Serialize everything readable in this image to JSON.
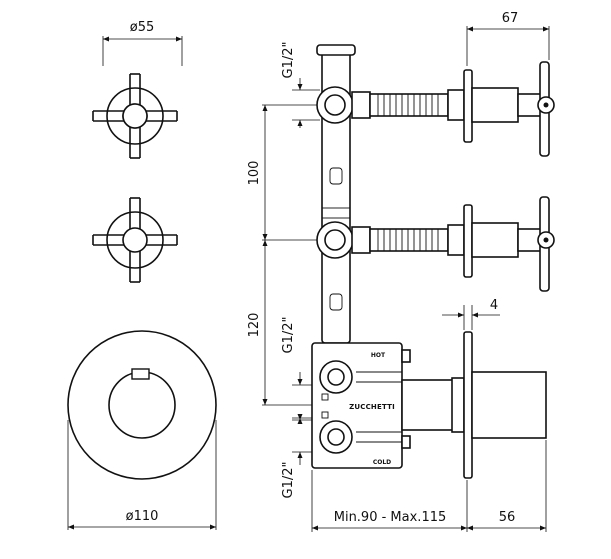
{
  "dimensions": {
    "handle_diameter": "ø55",
    "plate_diameter": "ø110",
    "depth_top": "67",
    "spacing_upper": "100",
    "spacing_lower": "120",
    "thread_top": "G1/2\"",
    "thread_middle": "G1/2\"",
    "thread_bottom": "G1/2\"",
    "plate_thickness": "4",
    "install_depth": "Min.90 - Max.115",
    "handle_depth": "56"
  },
  "labels": {
    "hot": "HOT",
    "cold": "COLD",
    "brand": "ZUCCHETTI"
  }
}
